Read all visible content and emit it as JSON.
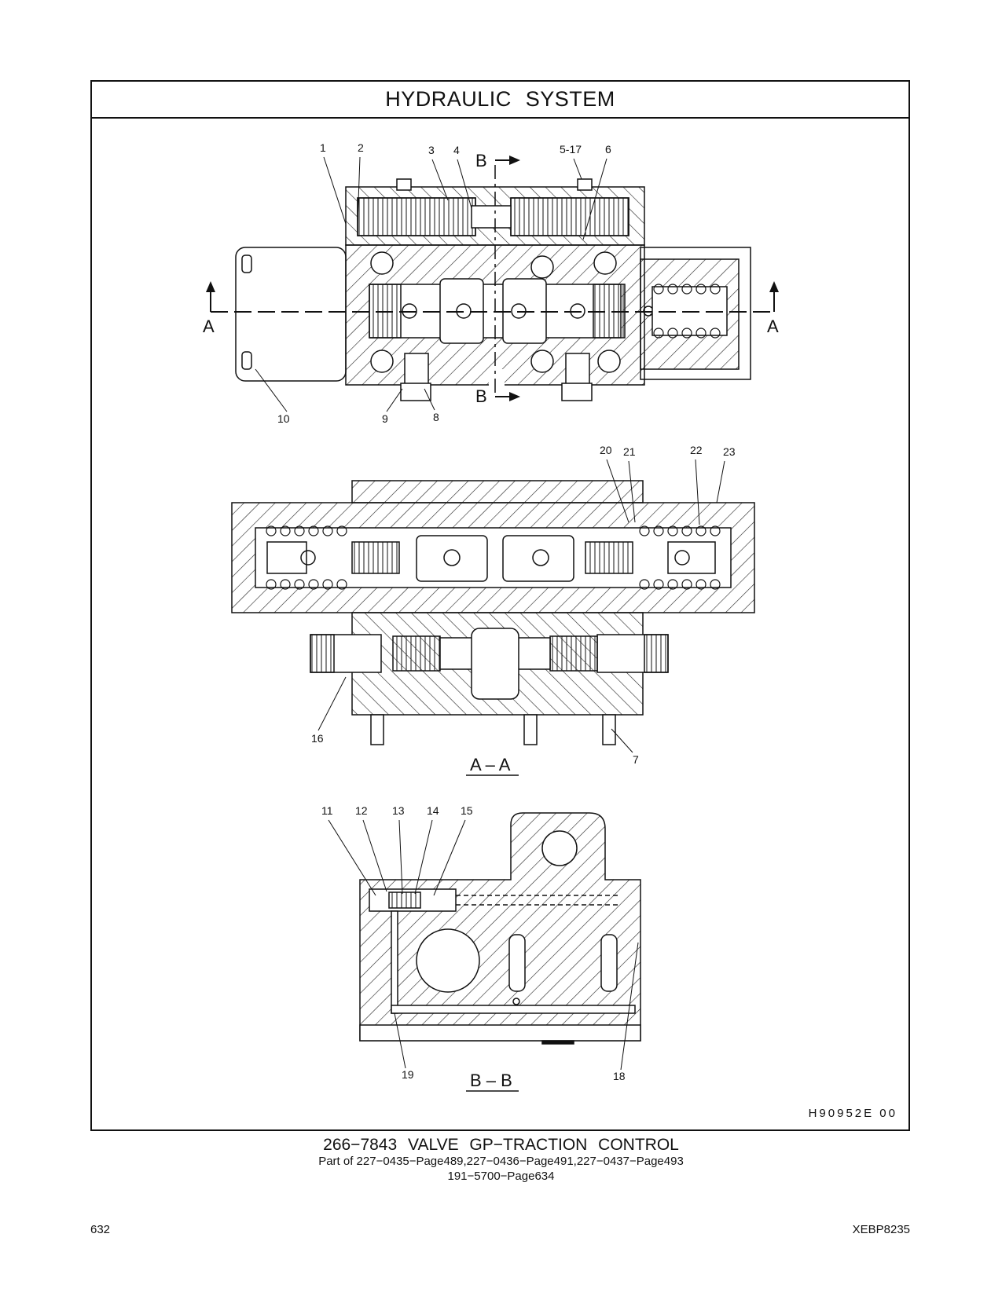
{
  "header": {
    "title": "HYDRAULIC SYSTEM"
  },
  "drawing": {
    "top_view": {
      "callouts": [
        "1",
        "2",
        "3",
        "4",
        "5-17",
        "6",
        "10",
        "9",
        "8"
      ],
      "section_marks": {
        "b_top": "B",
        "b_bottom": "B",
        "a_left": "A",
        "a_right": "A"
      }
    },
    "section_aa": {
      "label": "A – A",
      "callouts": [
        "20",
        "21",
        "22",
        "23",
        "16",
        "7"
      ]
    },
    "section_bb": {
      "label": "B – B",
      "callouts": [
        "11",
        "12",
        "13",
        "14",
        "15",
        "19",
        "18"
      ]
    },
    "illustration_code": "H90952E 00"
  },
  "footer": {
    "part_title": "266−7843 VALVE GP−TRACTION CONTROL",
    "part_of_line1": "Part of 227−0435−Page489,227−0436−Page491,227−0437−Page493",
    "part_of_line2": "191−5700−Page634",
    "page_number": "632",
    "document_id": "XEBP8235"
  }
}
